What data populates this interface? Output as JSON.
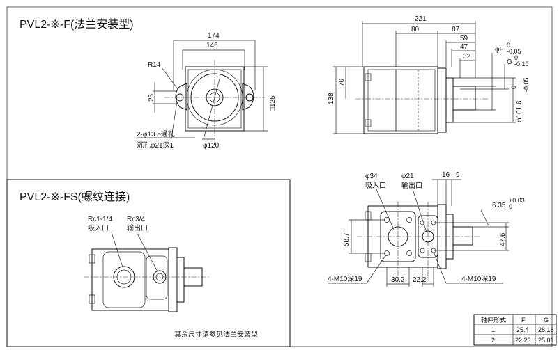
{
  "flange_view": {
    "title": "PVL2-※-F(法兰安装型)",
    "dims": {
      "w174": "174",
      "w146": "146",
      "r14": "R14",
      "d25": "25",
      "sq125": "□125",
      "hole_note": "2-φ13.5通孔",
      "counterbore_note": "沉孔φ21深1",
      "dia120": "φ120"
    }
  },
  "side_view": {
    "dims": {
      "d221": "221",
      "d80": "80",
      "d87": "87",
      "d59": "59",
      "d47": "47",
      "d32": "32",
      "d138": "138",
      "d70": "70",
      "dia101": "φ101.6",
      "tol101": "0",
      "tol101b": "-0.05",
      "phiF": "φF",
      "tolF": "0",
      "tolF2": "-0.05",
      "g": "G",
      "tolG": "0",
      "tolG2": "-0.10"
    }
  },
  "thread_view": {
    "title": "PVL2-※-FS(螺纹连接)",
    "inlet_code": "Rc1-1/4",
    "inlet_label": "吸入口",
    "outlet_code": "Rc3/4",
    "outlet_label": "输出口",
    "note": "其余尺寸请参见法兰安装型"
  },
  "bottom_view": {
    "dims": {
      "phi34": "φ34",
      "inlet": "吸入口",
      "phi21": "φ21",
      "outlet": "输出口",
      "d16": "16",
      "d9": "9",
      "d635": "6.35",
      "tol635a": "+0.03",
      "tol635b": "0",
      "d587": "58.7",
      "d476": "47.6",
      "bolt_left": "4-M10深19",
      "bolt_right": "4-M10深19",
      "d302": "30.2",
      "d222": "22.2"
    }
  },
  "shaft_table": {
    "headers": [
      "轴伸形式",
      "F",
      "G"
    ],
    "rows": [
      [
        "1",
        "25.4",
        "28.18"
      ],
      [
        "2",
        "22.23",
        "25.01"
      ]
    ]
  }
}
